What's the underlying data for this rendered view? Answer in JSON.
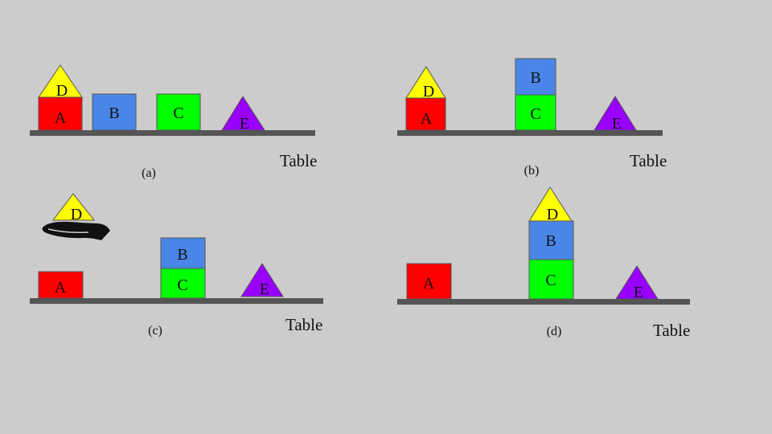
{
  "colors": {
    "background": "#cccccc",
    "table": "#555555",
    "A": "#ff0000",
    "B": "#4a86e8",
    "C": "#00ff00",
    "D": "#ffff00",
    "E": "#9900ff",
    "hand": "#111111"
  },
  "labels": {
    "A": "A",
    "B": "B",
    "C": "C",
    "D": "D",
    "E": "E"
  },
  "table_label": "Table",
  "panels": [
    {
      "caption": "(a)"
    },
    {
      "caption": "(b)"
    },
    {
      "caption": "(c)",
      "hand_icon": "hand-holding-icon"
    },
    {
      "caption": "(d)"
    }
  ]
}
